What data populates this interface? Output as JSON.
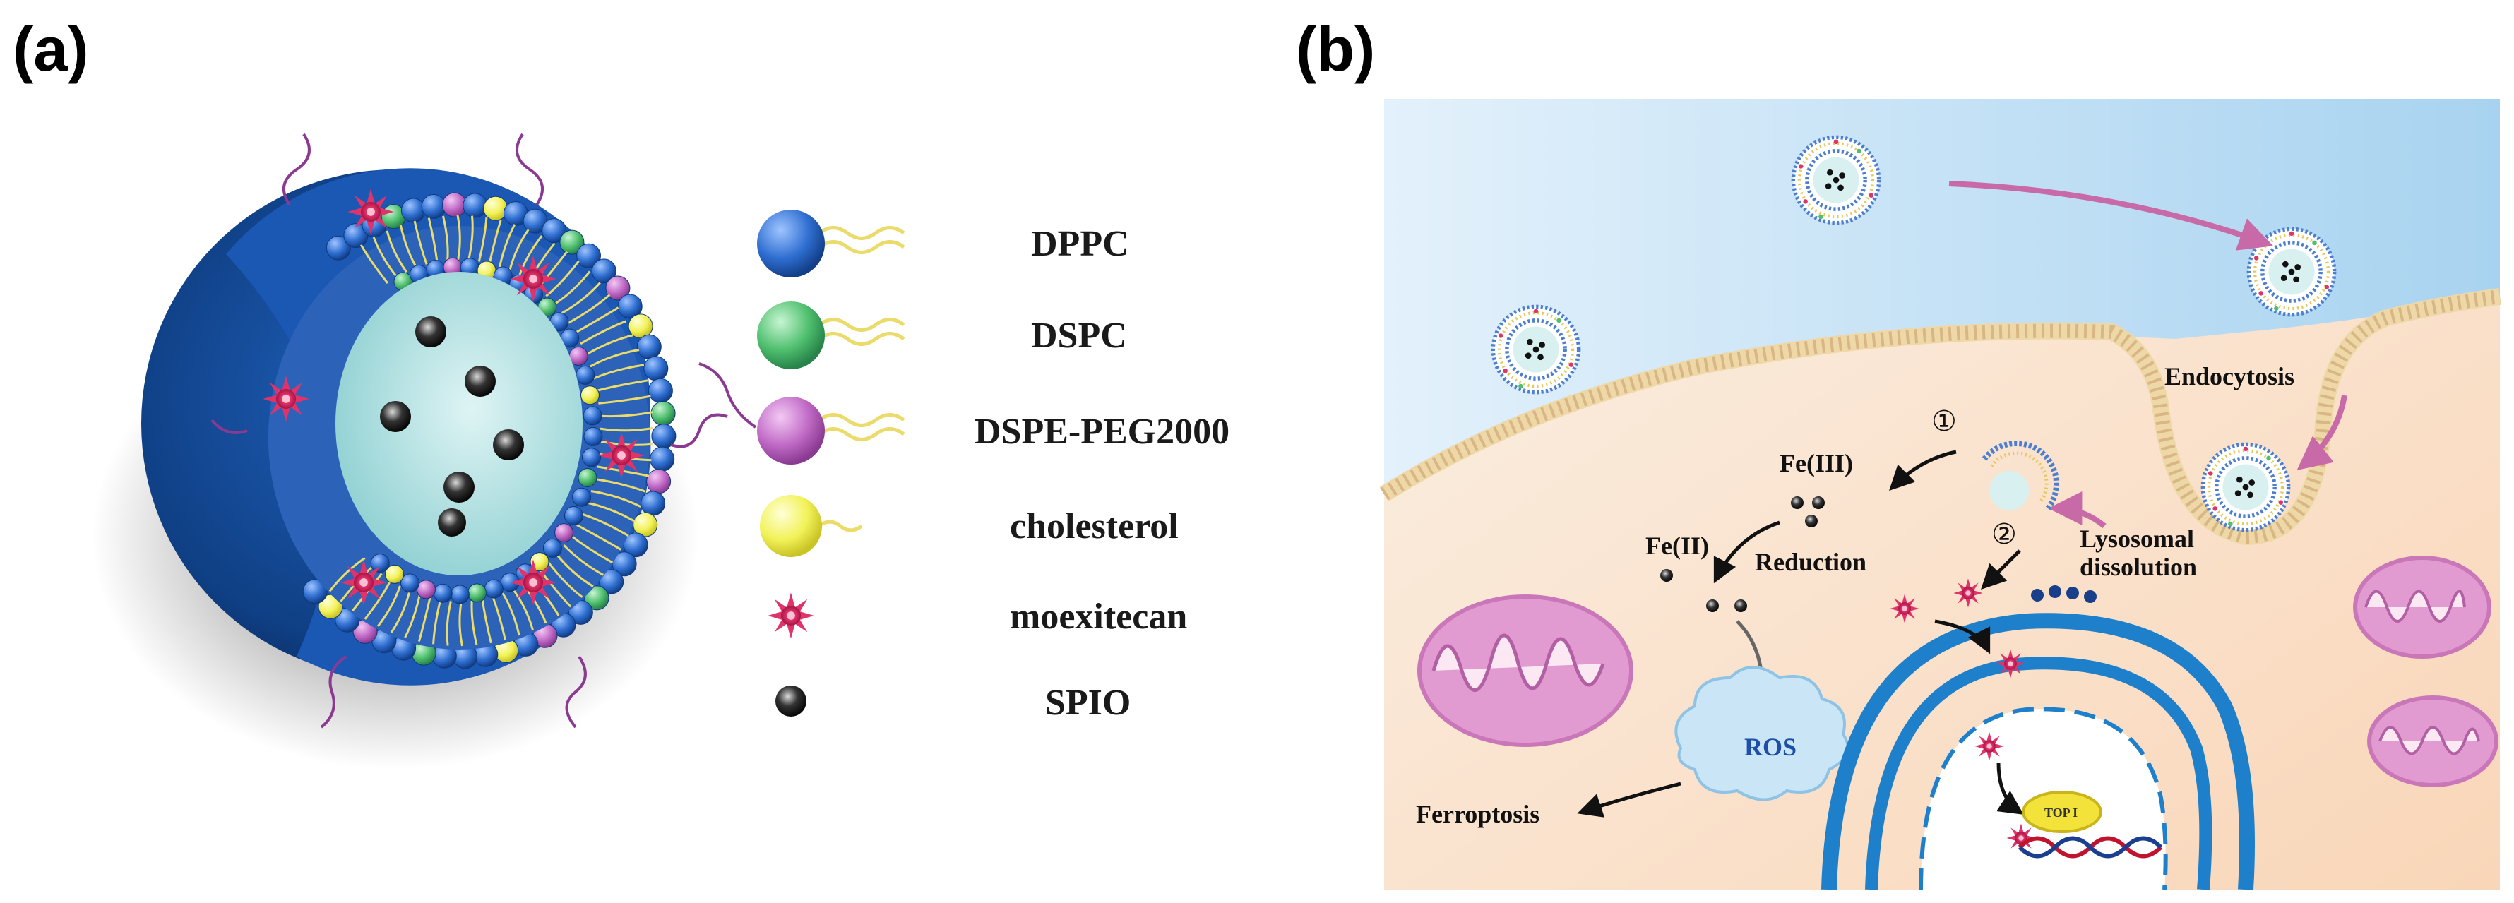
{
  "panel_a": {
    "label": "(a)",
    "legend": [
      {
        "key": "dppc",
        "text": "DPPC",
        "icon": "blue-sphere-with-tails",
        "color": "#2f6fd1"
      },
      {
        "key": "dspc",
        "text": "DSPC",
        "icon": "green-sphere-with-tails",
        "color": "#4fbf6e"
      },
      {
        "key": "dspe",
        "text": "DSPE-PEG2000",
        "icon": "purple-sphere-with-peg-tail",
        "color": "#c06ac6"
      },
      {
        "key": "chol",
        "text": "cholesterol",
        "icon": "yellow-sphere-with-tail",
        "color": "#f2f25a"
      },
      {
        "key": "moex",
        "text": "moexitecan",
        "icon": "pink-starburst",
        "color": "#e0336a"
      },
      {
        "key": "spio",
        "text": "SPIO",
        "icon": "black-dot",
        "color": "#111111"
      }
    ]
  },
  "panel_b": {
    "label": "(b)",
    "labels": {
      "endocytosis": "Endocytosis",
      "fe3": "Fe(III)",
      "fe2": "Fe(II)",
      "reduction": "Reduction",
      "step1": "①",
      "step2": "②",
      "lyso1": "Lysosomal",
      "lyso2": "dissolution",
      "ros": "ROS",
      "ferroptosis": "Ferroptosis",
      "top1": "TOP I"
    }
  }
}
